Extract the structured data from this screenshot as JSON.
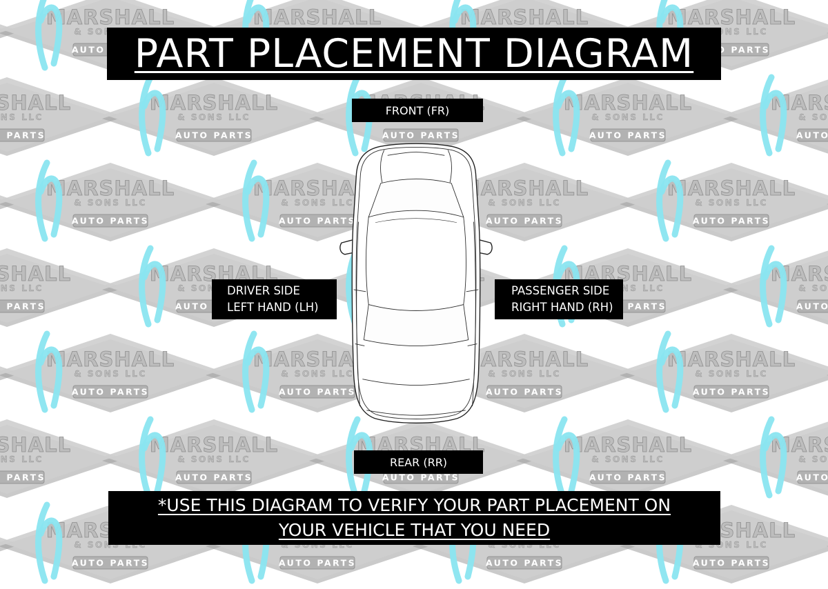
{
  "title": "PART PLACEMENT DIAGRAM",
  "diagram_labels": {
    "front": "FRONT (FR)",
    "rear": "REAR (RR)",
    "driver": {
      "line1": "DRIVER SIDE",
      "line2": "LEFT HAND (LH)"
    },
    "passenger": {
      "line1": "PASSENGER SIDE",
      "line2": "RIGHT HAND (RH)"
    }
  },
  "footer_note": {
    "line1": "*USE THIS DIAGRAM TO VERIFY YOUR PART PLACEMENT ON",
    "line2": "YOUR VEHICLE THAT YOU NEED"
  },
  "watermark": {
    "brand": "MARSHALL",
    "sub": "& SONS LLC",
    "bar": "AUTO PARTS"
  },
  "colors": {
    "banner_bg": "#000000",
    "banner_text": "#ffffff",
    "watermark_gray": "#c6c6c6",
    "watermark_cyan": "#8ae5f0"
  }
}
